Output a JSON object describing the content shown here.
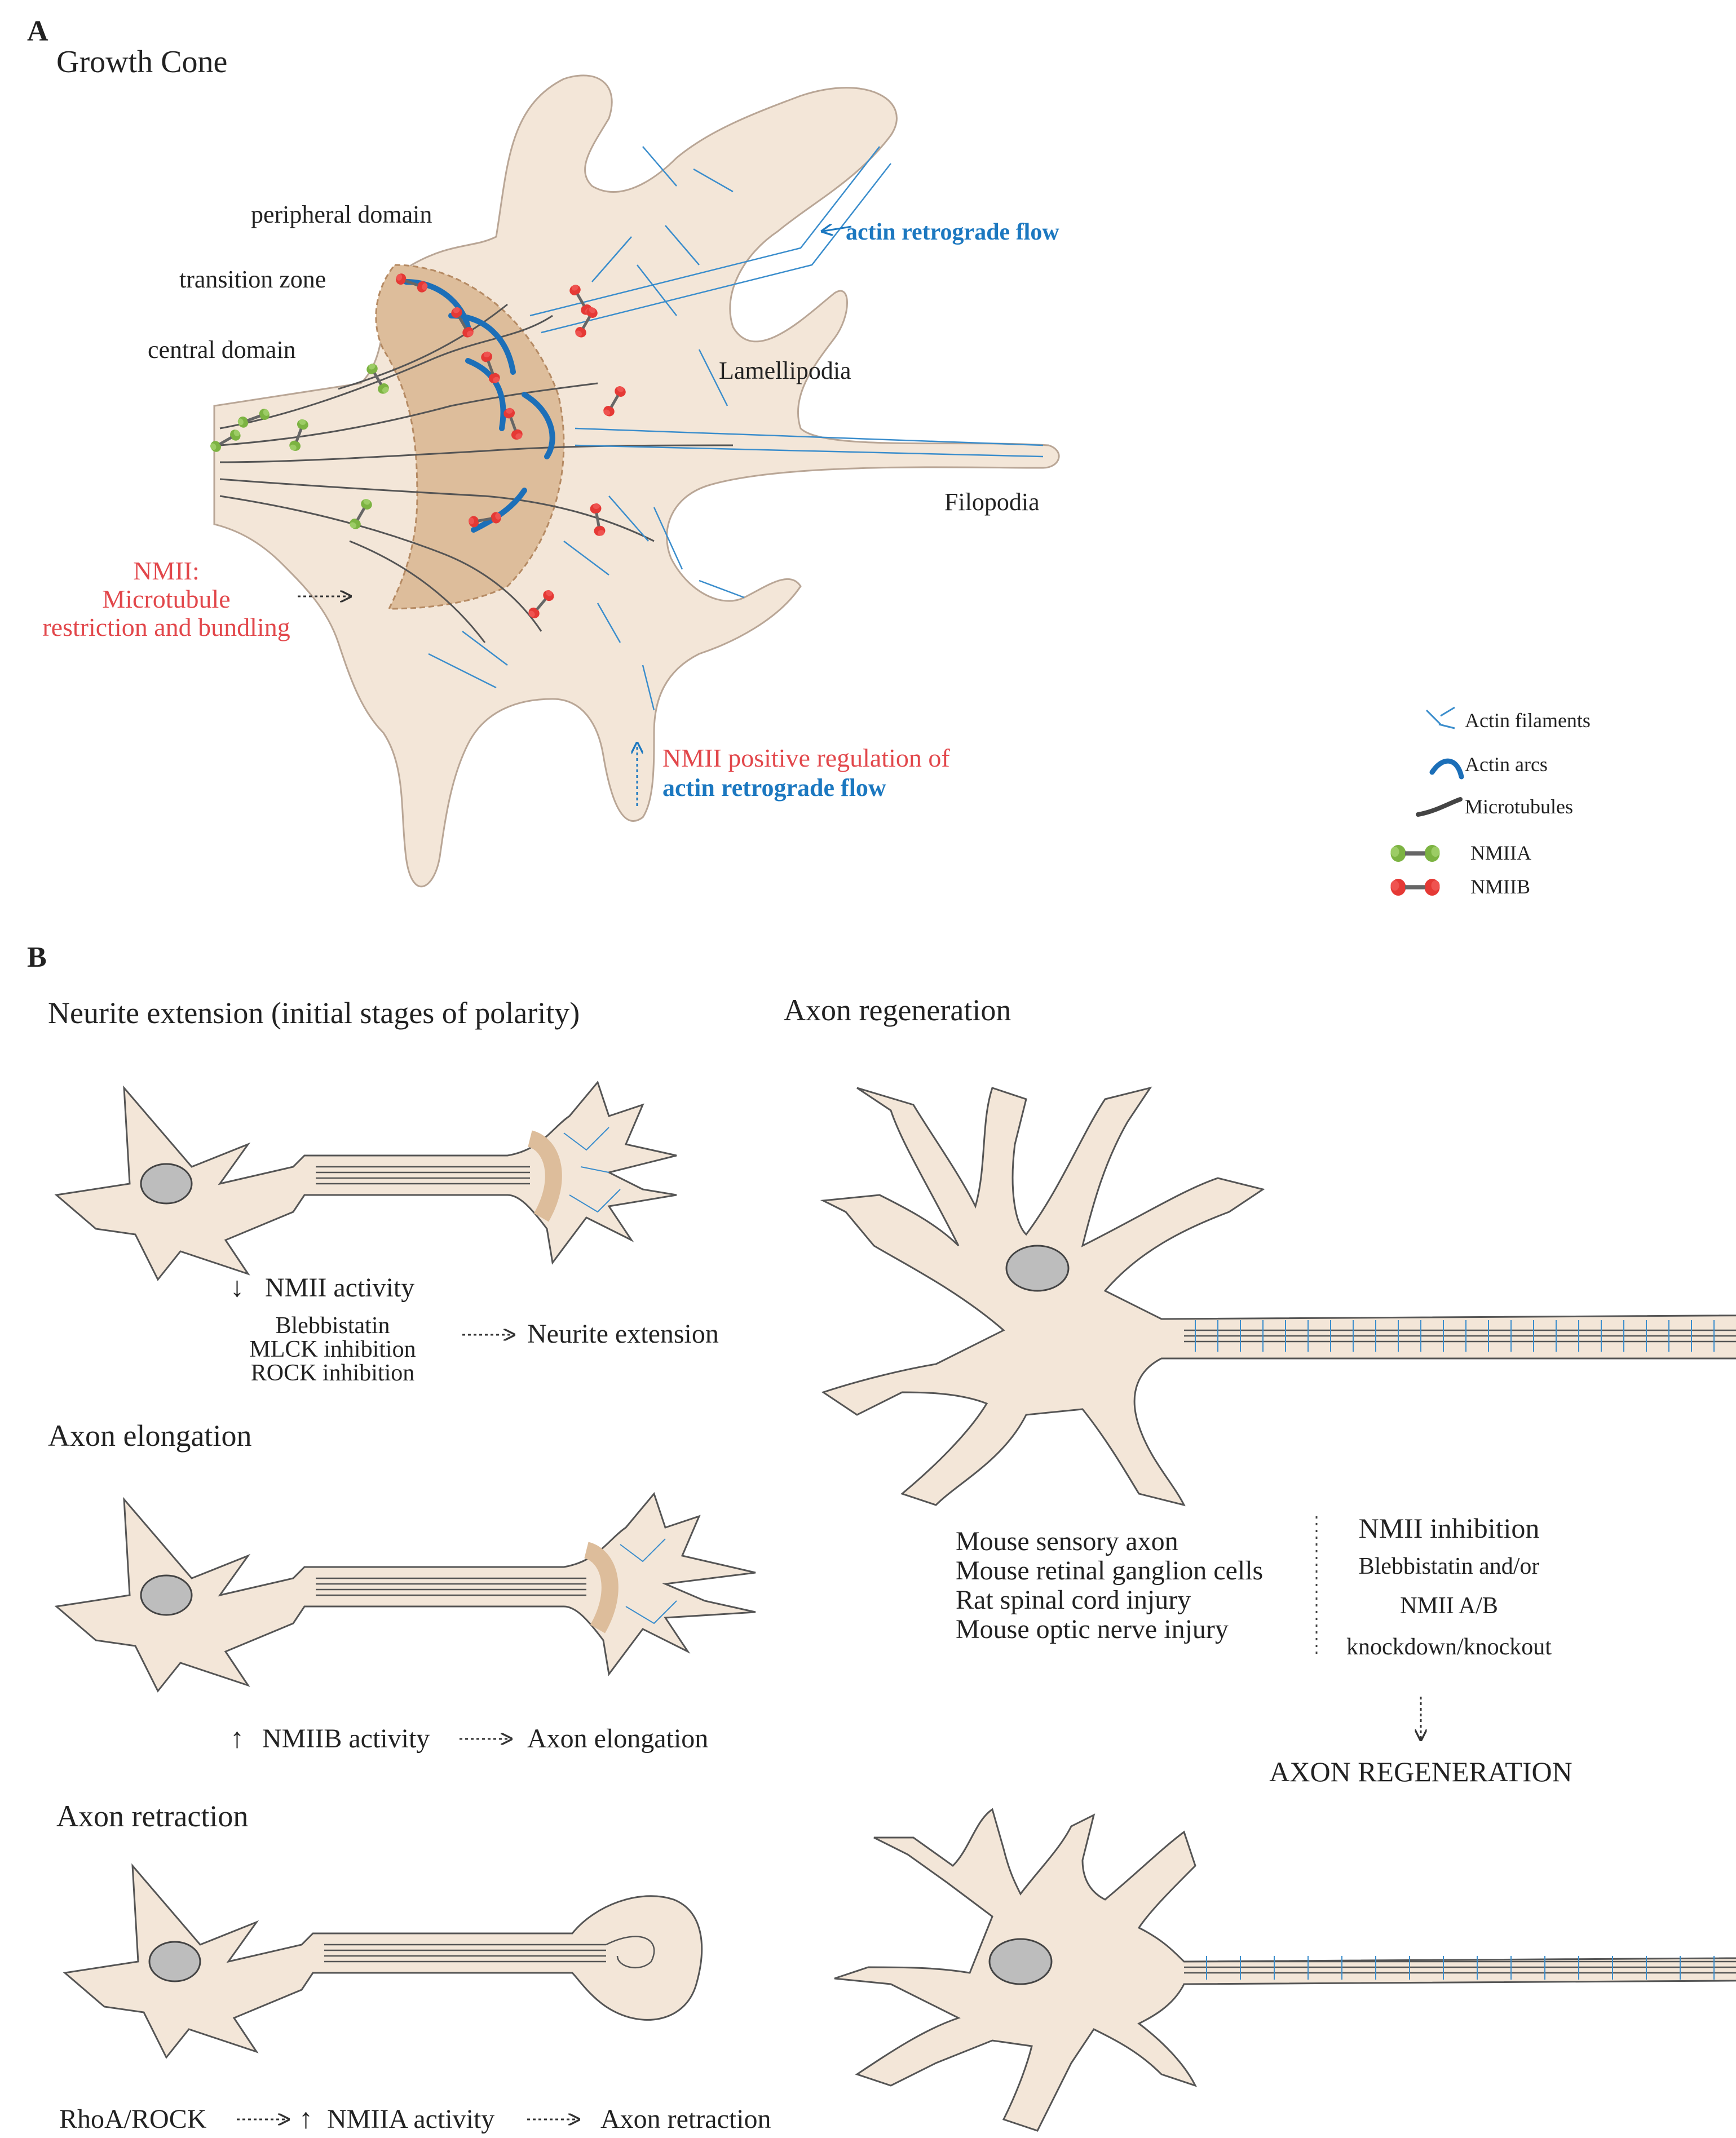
{
  "panel_a": {
    "letter": "A",
    "title": "Growth Cone",
    "labels": {
      "peripheral_domain": "peripheral domain",
      "transition_zone": "transition zone",
      "central_domain": "central domain",
      "actin_retrograde_flow": "actin retrograde flow",
      "lamellipodia": "Lamellipodia",
      "filopodia": "Filopodia",
      "nmii_line1": "NMII:",
      "nmii_line2": "Microtubule",
      "nmii_line3": "restriction and bundling",
      "nmii_positive_line1": "NMII positive regulation of",
      "nmii_positive_line2": "actin retrograde flow"
    },
    "legend": [
      {
        "label": "Actin filaments",
        "icon": "actin-filaments-icon"
      },
      {
        "label": "Actin arcs",
        "icon": "actin-arc-icon"
      },
      {
        "label": "Microtubules",
        "icon": "microtubule-icon"
      },
      {
        "label": "NMIIA",
        "icon": "nmiia-icon"
      },
      {
        "label": "NMIIB",
        "icon": "nmiib-icon"
      }
    ],
    "colors": {
      "cell": "#f3e6d8",
      "transition_zone": "#ddbd9b",
      "actin": "#3a8dcc",
      "nmiia": "#7cb342",
      "nmiib": "#e53935",
      "red_text": "#e2474b",
      "blue_text": "#1c78c0"
    }
  },
  "panel_b": {
    "letter": "B",
    "neurite_extension": {
      "title": "Neurite extension (initial stages of polarity)",
      "activity": "NMII activity",
      "arrow_down": "↓",
      "treatments": [
        "Blebbistatin",
        "MLCK inhibition",
        "ROCK inhibition"
      ],
      "result": "Neurite extension"
    },
    "axon_elongation": {
      "title": "Axon elongation",
      "arrow_up": "↑",
      "activity": "NMIIB activity",
      "result": "Axon elongation"
    },
    "axon_retraction": {
      "title": "Axon retraction",
      "upstream": "RhoA/ROCK",
      "arrow_up": "↑",
      "activity": "NMIIA activity",
      "result": "Axon retraction"
    },
    "axon_regeneration": {
      "title": "Axon regeneration",
      "models": [
        "Mouse sensory axon",
        "Mouse retinal ganglion cells",
        "Rat spinal cord injury",
        "Mouse optic nerve injury"
      ],
      "inhibition_title": "NMII inhibition",
      "inhibition_lines": [
        "Blebbistatin and/or",
        "NMII A/B",
        "knockdown/knockout"
      ],
      "outcome": "AXON REGENERATION"
    }
  }
}
